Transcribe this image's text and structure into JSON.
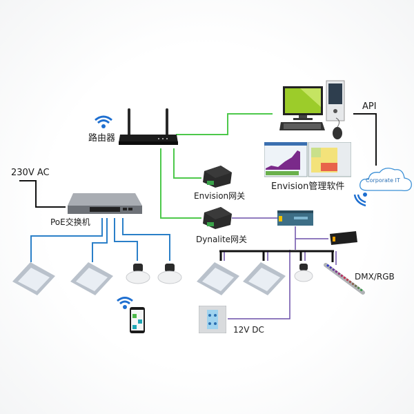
{
  "title": "Envision / Dynalite PoE lighting network topology",
  "labels": {
    "router": "路由器",
    "power": "230V AC",
    "poe_switch": "PoE交换机",
    "envision_gateway": "Envision网关",
    "dynalite_gateway": "Dynalite网关",
    "envision_software": "Envision管理软件",
    "api": "API",
    "corporate_it": "Corporate IT",
    "dmx_rgb": "DMX/RGB",
    "dc_12v": "12V DC"
  },
  "colors": {
    "ethernet_link": "#4cc84a",
    "poe_link": "#2a7fc8",
    "dynet_link": "#6a4fa8",
    "power_link": "#111111",
    "bus_line": "#111111",
    "wifi": "#1e6fd0",
    "monitor_screen": "#9ccc2a",
    "chart_purple": "#7a2a8a"
  },
  "nodes": [
    {
      "id": "router",
      "icon": "wifi-router-icon"
    },
    {
      "id": "computer",
      "icon": "desktop-computer-icon"
    },
    {
      "id": "software",
      "icon": "software-screens-icon"
    },
    {
      "id": "cloud",
      "icon": "cloud-icon"
    },
    {
      "id": "poe_switch",
      "icon": "network-switch-icon"
    },
    {
      "id": "envision_gateway",
      "icon": "gateway-box-icon"
    },
    {
      "id": "dynalite_gateway",
      "icon": "gateway-box-icon"
    },
    {
      "id": "dimmer_module",
      "icon": "din-rail-module-icon"
    },
    {
      "id": "dmx_controller",
      "icon": "din-rail-module-icon"
    },
    {
      "id": "troffer_1",
      "icon": "troffer-light-icon"
    },
    {
      "id": "troffer_2",
      "icon": "troffer-light-icon"
    },
    {
      "id": "downlight_1",
      "icon": "downlight-icon"
    },
    {
      "id": "downlight_2",
      "icon": "downlight-icon"
    },
    {
      "id": "troffer_3",
      "icon": "troffer-light-icon"
    },
    {
      "id": "troffer_4",
      "icon": "troffer-light-icon"
    },
    {
      "id": "downlight_3",
      "icon": "downlight-icon"
    },
    {
      "id": "rgb_bar",
      "icon": "led-bar-icon"
    },
    {
      "id": "keypad",
      "icon": "wall-keypad-icon"
    },
    {
      "id": "phone",
      "icon": "smartphone-icon"
    }
  ]
}
